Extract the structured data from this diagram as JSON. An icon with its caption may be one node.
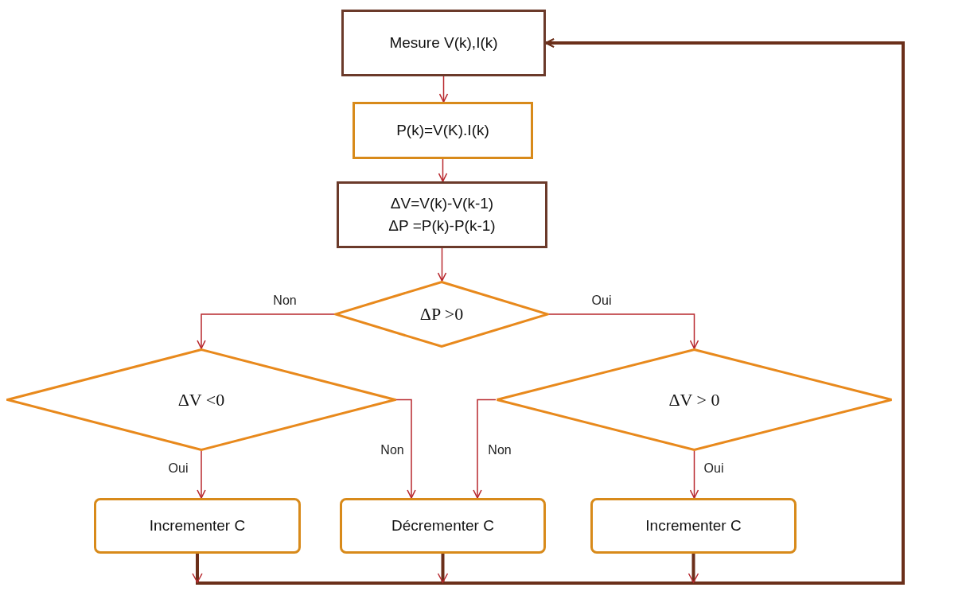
{
  "diagram": {
    "nodes": [
      {
        "text": [
          "Mesure V(k),I(k)"
        ]
      },
      {
        "text": [
          "P(k)=V(K).I(k)"
        ]
      },
      {
        "text": [
          "ΔV=V(k)-V(k-1)",
          "ΔP =P(k)-P(k-1)"
        ]
      },
      {
        "text": [
          "ΔP >0"
        ]
      },
      {
        "text": [
          "ΔV <0"
        ]
      },
      {
        "text": [
          "ΔV > 0"
        ]
      },
      {
        "text": [
          "Incrementer C"
        ]
      },
      {
        "text": [
          "Décrementer C"
        ]
      },
      {
        "text": [
          "Incrementer C"
        ]
      }
    ],
    "edges": [
      {
        "from": 0,
        "to": 1,
        "arrow": "to"
      },
      {
        "from": 1,
        "to": 2,
        "arrow": "to"
      },
      {
        "from": 2,
        "to": 3,
        "arrow": "to"
      },
      {
        "from": 3,
        "to": 4,
        "arrow": "to",
        "label": "Non"
      },
      {
        "from": 3,
        "to": 5,
        "arrow": "to",
        "label": "Oui"
      },
      {
        "from": 4,
        "to": 6,
        "arrow": "to",
        "label": "Oui"
      },
      {
        "from": 4,
        "to": 7,
        "arrow": "to",
        "label": "Non"
      },
      {
        "from": 5,
        "to": 7,
        "arrow": "to",
        "label": "Non"
      },
      {
        "from": 5,
        "to": 8,
        "arrow": "to",
        "label": "Oui"
      },
      {
        "from": 6,
        "to": 0,
        "arrow": "to",
        "style": "thick",
        "color": "#6b2f1a"
      },
      {
        "from": 7,
        "to": 0,
        "arrow": "to",
        "style": "thick",
        "color": "#6b2f1a"
      },
      {
        "from": 8,
        "to": 0,
        "arrow": "to",
        "style": "thick",
        "color": "#6b2f1a"
      }
    ]
  }
}
